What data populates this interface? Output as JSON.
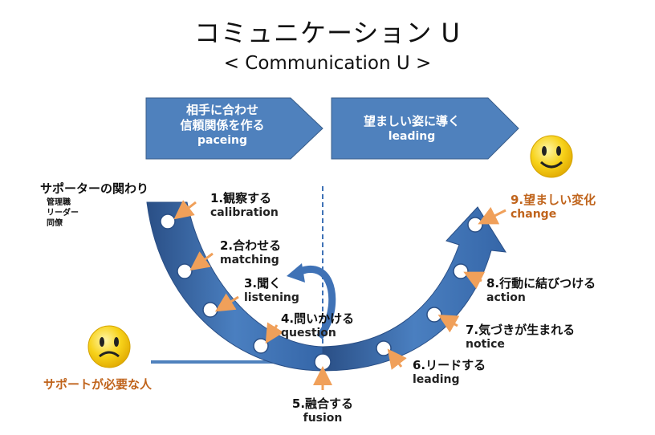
{
  "title": "コミュニケーション U",
  "subtitle": "< Communication U >",
  "banners": [
    {
      "line1": "相手に合わせ",
      "line2": "信頼関係を作る",
      "sub": "paceing"
    },
    {
      "line1": "望ましい姿に導く",
      "line2": "",
      "sub": "leading"
    }
  ],
  "supporter": {
    "title": "サポーターの関わり",
    "roles": [
      "管理職",
      "リーダー",
      "同僚"
    ]
  },
  "person_needing_support": "サポートが必要な人",
  "steps": [
    {
      "jp": "1.観察する",
      "en": "calibration"
    },
    {
      "jp": "2.合わせる",
      "en": "matching"
    },
    {
      "jp": "3.聞く",
      "en": "listening"
    },
    {
      "jp": "4.問いかける",
      "en": "question"
    },
    {
      "jp": "5.融合する",
      "en": "fusion"
    },
    {
      "jp": "6.リードする",
      "en": "leading"
    },
    {
      "jp": "7.気づきが生まれる",
      "en": "notice"
    },
    {
      "jp": "8.行動に結びつける",
      "en": "action"
    },
    {
      "jp": "9.望ましい変化",
      "en": "change"
    }
  ],
  "colors": {
    "blue": "#3f72b6",
    "blue_dark": "#2a4f86",
    "orange": "#c0641c",
    "arrow_orange": "#f0a05a",
    "smiley_yellow": "#f7d21a"
  },
  "icons": {
    "happy": "happy-face-icon",
    "sad": "sad-face-icon"
  }
}
